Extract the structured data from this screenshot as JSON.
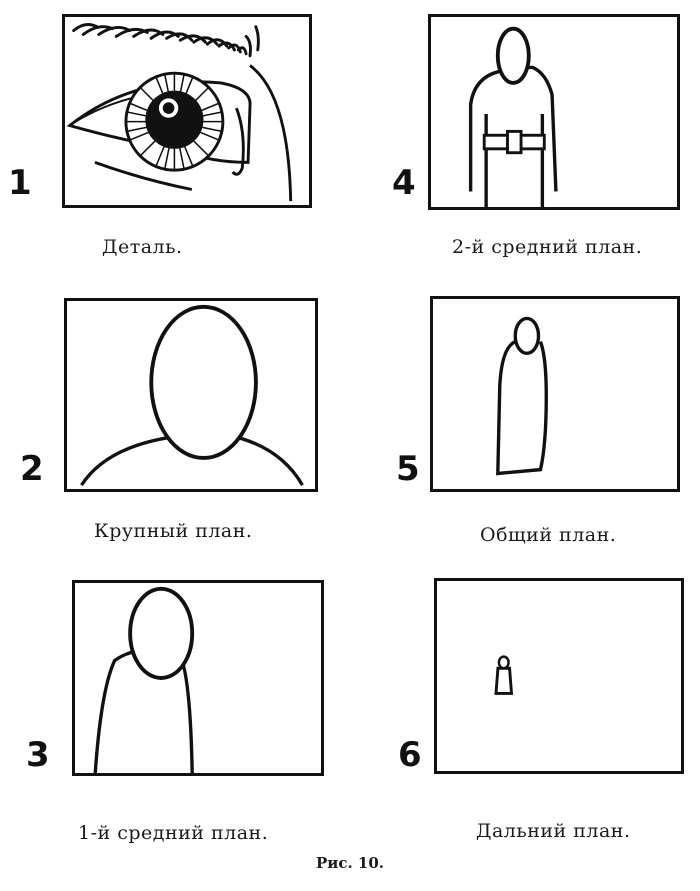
{
  "panels": [
    {
      "number": "1",
      "caption": "Деталь."
    },
    {
      "number": "2",
      "caption": "Крупный план."
    },
    {
      "number": "3",
      "caption": "1-й средний план."
    },
    {
      "number": "4",
      "caption": "2-й средний план."
    },
    {
      "number": "5",
      "caption": "Общий план."
    },
    {
      "number": "6",
      "caption": "Дальний план."
    }
  ],
  "figure_label": "Рис. 10."
}
